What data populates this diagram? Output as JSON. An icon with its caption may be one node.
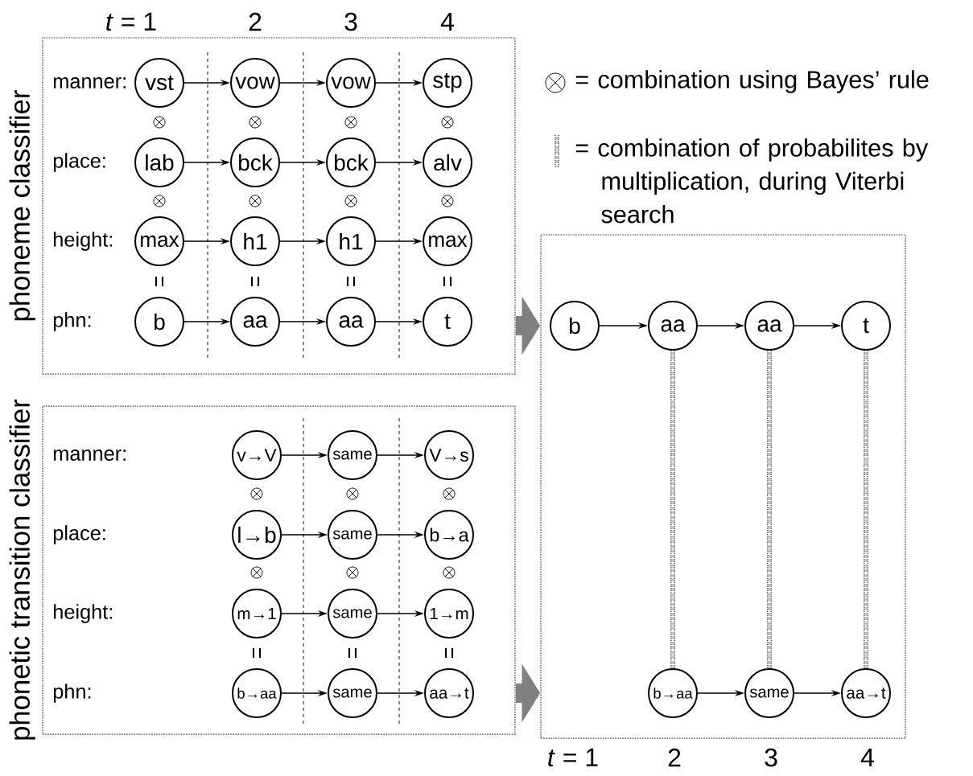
{
  "diagram": {
    "nodes": [
      {
        "text": [
          "phoneme classifier"
        ]
      },
      {
        "text": [
          "vst"
        ],
        "in": 0
      },
      {
        "text": [
          "vow"
        ],
        "in": 0
      },
      {
        "text": [
          "vow"
        ],
        "in": 0
      },
      {
        "text": [
          "stp"
        ],
        "in": 0
      },
      {
        "text": [
          "lab"
        ],
        "in": 0
      },
      {
        "text": [
          "bck"
        ],
        "in": 0
      },
      {
        "text": [
          "bck"
        ],
        "in": 0
      },
      {
        "text": [
          "alv"
        ],
        "in": 0
      },
      {
        "text": [
          "max"
        ],
        "in": 0
      },
      {
        "text": [
          "h1"
        ],
        "in": 0
      },
      {
        "text": [
          "h1"
        ],
        "in": 0
      },
      {
        "text": [
          "max"
        ],
        "in": 0
      },
      {
        "text": [
          "b"
        ],
        "in": 0
      },
      {
        "text": [
          "aa"
        ],
        "in": 0
      },
      {
        "text": [
          "aa"
        ],
        "in": 0
      },
      {
        "text": [
          "t"
        ],
        "in": 0
      },
      {
        "text": [
          "phonetic transition classifier"
        ]
      },
      {
        "text": [
          "v→V"
        ],
        "in": 17
      },
      {
        "text": [
          "same"
        ],
        "in": 17
      },
      {
        "text": [
          "V→s"
        ],
        "in": 17
      },
      {
        "text": [
          "l→b"
        ],
        "in": 17
      },
      {
        "text": [
          "same"
        ],
        "in": 17
      },
      {
        "text": [
          "b→a"
        ],
        "in": 17
      },
      {
        "text": [
          "m→1"
        ],
        "in": 17
      },
      {
        "text": [
          "same"
        ],
        "in": 17
      },
      {
        "text": [
          "1→m"
        ],
        "in": 17
      },
      {
        "text": [
          "b→aa"
        ],
        "in": 17
      },
      {
        "text": [
          "same"
        ],
        "in": 17
      },
      {
        "text": [
          "aa→t"
        ],
        "in": 17
      },
      {
        "text": [],
        "shape": "box"
      },
      {
        "text": [
          "b"
        ],
        "in": 30
      },
      {
        "text": [
          "aa"
        ],
        "in": 30
      },
      {
        "text": [
          "aa"
        ],
        "in": 30
      },
      {
        "text": [
          "t"
        ],
        "in": 30
      },
      {
        "text": [
          "b→aa"
        ],
        "in": 30
      },
      {
        "text": [
          "same"
        ],
        "in": 30
      },
      {
        "text": [
          "aa→t"
        ],
        "in": 30
      }
    ],
    "edges": [
      {
        "from": 1,
        "to": 2,
        "arrow": "to"
      },
      {
        "from": 2,
        "to": 3,
        "arrow": "to"
      },
      {
        "from": 3,
        "to": 4,
        "arrow": "to"
      },
      {
        "from": 5,
        "to": 6,
        "arrow": "to"
      },
      {
        "from": 6,
        "to": 7,
        "arrow": "to"
      },
      {
        "from": 7,
        "to": 8,
        "arrow": "to"
      },
      {
        "from": 9,
        "to": 10,
        "arrow": "to"
      },
      {
        "from": 10,
        "to": 11,
        "arrow": "to"
      },
      {
        "from": 11,
        "to": 12,
        "arrow": "to"
      },
      {
        "from": 13,
        "to": 14,
        "arrow": "to"
      },
      {
        "from": 14,
        "to": 15,
        "arrow": "to"
      },
      {
        "from": 15,
        "to": 16,
        "arrow": "to"
      },
      {
        "from": 18,
        "to": 19,
        "arrow": "to"
      },
      {
        "from": 19,
        "to": 20,
        "arrow": "to"
      },
      {
        "from": 21,
        "to": 22,
        "arrow": "to"
      },
      {
        "from": 22,
        "to": 23,
        "arrow": "to"
      },
      {
        "from": 24,
        "to": 25,
        "arrow": "to"
      },
      {
        "from": 25,
        "to": 26,
        "arrow": "to"
      },
      {
        "from": 27,
        "to": 28,
        "arrow": "to"
      },
      {
        "from": 28,
        "to": 29,
        "arrow": "to"
      },
      {
        "from": 31,
        "to": 32,
        "arrow": "to"
      },
      {
        "from": 32,
        "to": 33,
        "arrow": "to"
      },
      {
        "from": 33,
        "to": 34,
        "arrow": "to"
      },
      {
        "from": 35,
        "to": 36,
        "arrow": "to"
      },
      {
        "from": 36,
        "to": 37,
        "arrow": "to"
      },
      {
        "from": 32,
        "to": 35,
        "arrow": "none",
        "style": "dashed"
      },
      {
        "from": 33,
        "to": 36,
        "arrow": "none",
        "style": "dashed"
      },
      {
        "from": 34,
        "to": 37,
        "arrow": "none",
        "style": "dashed"
      },
      {
        "from": 0,
        "to": 30,
        "arrow": "to",
        "style": "thick",
        "color": "#808080"
      },
      {
        "from": 17,
        "to": 30,
        "arrow": "to",
        "style": "thick",
        "color": "#808080"
      }
    ],
    "labels": [
      "*t* = 1",
      "2",
      "3",
      "4",
      "manner:",
      "place:",
      "height:",
      "phn:",
      "manner:",
      "place:",
      "height:",
      "phn:",
      "*t* = 1",
      "2",
      "3",
      "4"
    ],
    "legend": [
      {
        "text": "= combination using Bayes’ rule"
      },
      {
        "text": "= combination of probabilites by multiplication, during Viterbi search"
      }
    ]
  }
}
